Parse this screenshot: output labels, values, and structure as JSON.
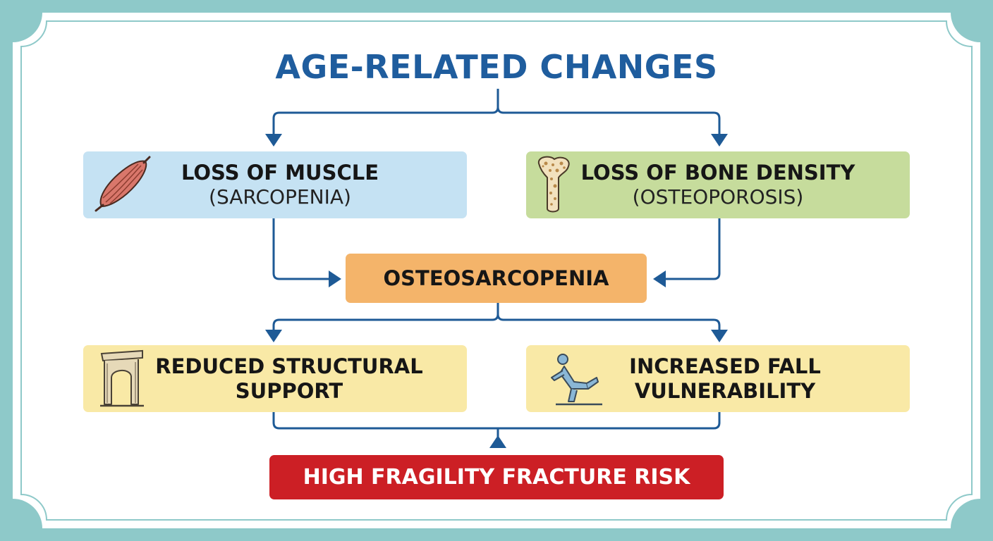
{
  "title": "AGE-RELATED CHANGES",
  "nodes": {
    "muscle": {
      "label": "LOSS OF MUSCLE",
      "sub": "(SARCOPENIA)",
      "icon": "muscle-icon"
    },
    "bone": {
      "label": "LOSS OF BONE DENSITY",
      "sub": "(OSTEOPOROSIS)",
      "icon": "bone-icon"
    },
    "osteo": {
      "label": "OSTEOSARCOPENIA"
    },
    "support": {
      "label_line1": "REDUCED STRUCTURAL",
      "label_line2": "SUPPORT",
      "icon": "arch-icon"
    },
    "fall": {
      "label_line1": "INCREASED FALL",
      "label_line2": "VULNERABILITY",
      "icon": "falling-person-icon"
    },
    "risk": {
      "label": "HIGH FRAGILITY FRACTURE RISK"
    }
  },
  "colors": {
    "background": "#8ec9c9",
    "panel": "#ffffff",
    "title": "#1f5d9e",
    "connector": "#1e5a96",
    "muscle_box": "#c5e2f3",
    "bone_box": "#c6dc9c",
    "osteo_box": "#f4b46a",
    "support_box": "#f9e9a6",
    "fall_box": "#f9e9a6",
    "risk_box": "#cc1f25"
  }
}
